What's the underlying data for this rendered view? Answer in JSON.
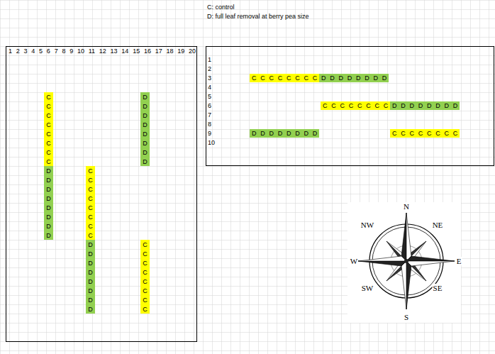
{
  "diagram": {
    "nodes": [
      {
        "text": [
          "1",
          "2",
          "3",
          "4",
          "5",
          "6",
          "7",
          "8",
          "9",
          "10",
          "11",
          "12",
          "13",
          "14",
          "15",
          "16",
          "17",
          "18",
          "19",
          "20"
        ]
      },
      {
        "text": [
          "C",
          "C",
          "C",
          "C",
          "C",
          "C",
          "C",
          "C"
        ],
        "in": 0
      },
      {
        "text": [
          "D",
          "D",
          "D",
          "D",
          "D",
          "D",
          "D",
          "D"
        ],
        "in": 0
      },
      {
        "text": [
          "D",
          "D",
          "D",
          "D",
          "D",
          "D",
          "D",
          "D"
        ],
        "in": 0
      },
      {
        "text": [
          "C",
          "C",
          "C",
          "C",
          "C",
          "C",
          "C",
          "C"
        ],
        "in": 0
      },
      {
        "text": [
          "D",
          "D",
          "D",
          "D",
          "D",
          "D",
          "D",
          "D"
        ],
        "in": 0
      },
      {
        "text": [
          "C",
          "C",
          "C",
          "C",
          "C",
          "C",
          "C",
          "C"
        ],
        "in": 0
      },
      {
        "text": [
          "1",
          "2",
          "3",
          "4",
          "5",
          "6",
          "7",
          "8",
          "9",
          "10"
        ]
      },
      {
        "text": [
          "C",
          "C",
          "C",
          "C",
          "C",
          "C",
          "C",
          "C"
        ],
        "in": 7
      },
      {
        "text": [
          "D",
          "D",
          "D",
          "D",
          "D",
          "D",
          "D",
          "D"
        ],
        "in": 7
      },
      {
        "text": [
          "C",
          "C",
          "C",
          "C",
          "C",
          "C",
          "C",
          "C"
        ],
        "in": 7
      },
      {
        "text": [
          "D",
          "D",
          "D",
          "D",
          "D",
          "D",
          "D",
          "D"
        ],
        "in": 7
      },
      {
        "text": [
          "D",
          "D",
          "D",
          "D",
          "D",
          "D",
          "D",
          "D"
        ],
        "in": 7
      },
      {
        "text": [
          "C",
          "C",
          "C",
          "C",
          "C",
          "C",
          "C",
          "C"
        ],
        "in": 7
      }
    ],
    "labels": [
      "C: control",
      "D: full leaf removal at berry pea size",
      "N",
      "NW",
      "NE",
      "W",
      "E",
      "SW",
      "SE",
      "S"
    ]
  }
}
